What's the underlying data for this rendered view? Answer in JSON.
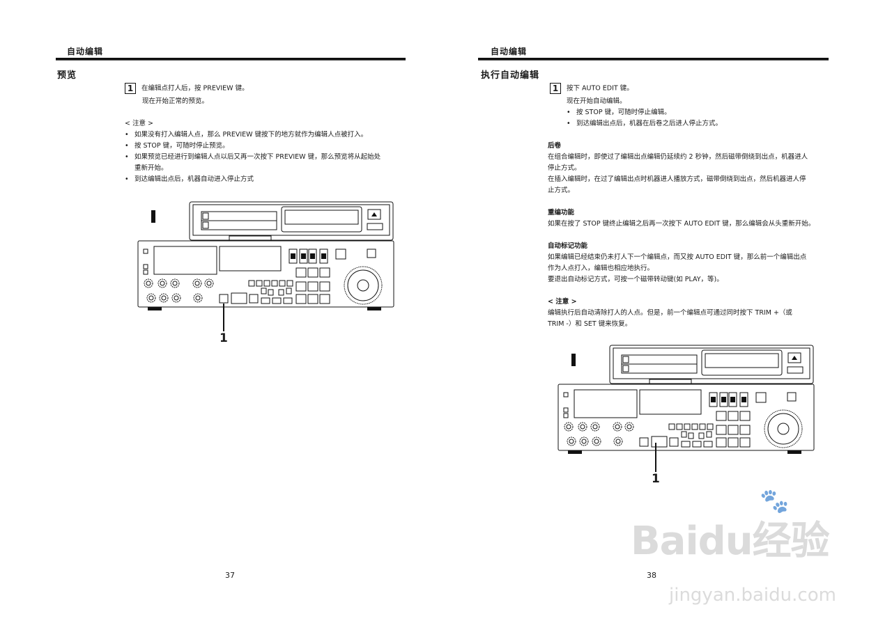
{
  "left_page": {
    "header": "自动编辑",
    "section_title": "预览",
    "step": {
      "number": "1",
      "line1": "在编辑点打人后，按 PREVIEW 键。",
      "line2": "现在开始正常的预览。"
    },
    "note_title": "< 注意 >",
    "notes": [
      "如果没有打入编辑人点，那么 PREVIEW 键按下的地方就作为编辑人点被打入。",
      "按 STOP 键，可随时停止预览。",
      "如果预览已经进行到编辑人点以后又再一次按下 PREVIEW 键，那么预览将从起始处",
      "重新开始。",
      "到达编辑出点后，机器自动进入停止方式"
    ],
    "callout": "1",
    "page_number": "37"
  },
  "right_page": {
    "header": "自动编辑",
    "section_title": "执行自动编辑",
    "step": {
      "number": "1",
      "line1": "按下 AUTO EDIT 键。",
      "line2": "现在开始自动编辑。",
      "bullets": [
        "按 STOP 键，可随时停止编辑。",
        "到达编辑出点后，机器在后卷之后进人停止方式。"
      ]
    },
    "postroll": {
      "title": "后卷",
      "lines": [
        "在组合编辑时，即使过了编辑出点编辑仍延续约 2 秒钟，然后磁带倒绕到出点，机器进人",
        "停止方式。",
        "在插入编辑时，在过了编辑出点时机器进人播放方式，磁带倒绕到出点，然后机器进人停",
        "止方式。"
      ]
    },
    "reedit": {
      "title": "重编功能",
      "lines": [
        "如果在按了 STOP 键终止编辑之后再一次按下 AUTO EDIT 键，那么编辑会从头重新开始。"
      ]
    },
    "auto_mark": {
      "title": "自动标记功能",
      "lines": [
        "如果编辑已经结束仍未打人下一个编辑点，而又按 AUTO EDIT 键，那么前一个编辑出点",
        "作为人点打入，编辑也相应地执行。",
        "要退出自动标记方式，可按一个磁带转动键(如 PLAY，等)。"
      ]
    },
    "note": {
      "title": "< 注意 >",
      "lines": [
        "编辑执行后自动清除打人的人点。但是，前一个编辑点可通过同时按下 TRIM +（或",
        "TRIM -）和 SET 键来恢复。"
      ]
    },
    "callout": "1",
    "page_number": "38"
  },
  "watermark": {
    "brand": "Baidu经验",
    "url": "jingyan.baidu.com"
  }
}
